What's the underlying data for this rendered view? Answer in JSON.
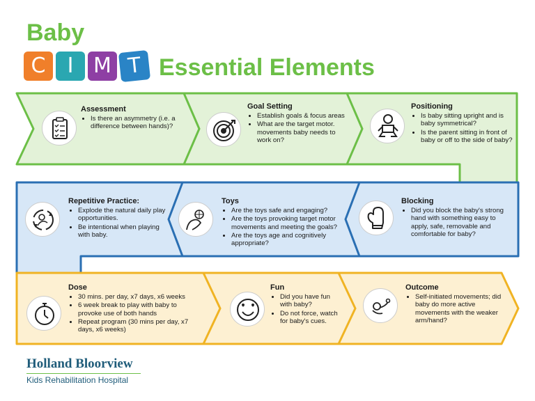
{
  "header": {
    "baby": "Baby",
    "cimt_letters": [
      "C",
      "I",
      "M",
      "T"
    ],
    "subtitle": "Essential Elements"
  },
  "colors": {
    "green": "#6cbf47",
    "blue": "#2a6fb3",
    "orange": "#f0b323",
    "tile_orange": "#f07f2a",
    "tile_teal": "#2aa7b1",
    "tile_purple": "#8e3fa4",
    "tile_blue": "#2a84c6"
  },
  "steps": [
    {
      "title": "Assessment",
      "icon": "clipboard-checklist-icon",
      "bullets": [
        "Is there an asymmetry (i.e. a difference between hands)?"
      ]
    },
    {
      "title": "Goal Setting",
      "icon": "target-icon",
      "bullets": [
        "Establish goals & focus areas",
        "What are the target motor. movements baby needs to work on?"
      ]
    },
    {
      "title": "Positioning",
      "icon": "baby-sitting-icon",
      "bullets": [
        "Is baby sitting upright and is baby symmetrical?",
        "Is the parent sitting in front of baby or off to the side of baby?"
      ]
    },
    {
      "title": "Blocking",
      "icon": "mitten-icon",
      "bullets": [
        "Did you block the baby's strong hand with something easy to apply, safe, removable and comfortable for baby?"
      ]
    },
    {
      "title": "Toys",
      "icon": "hand-with-toy-icon",
      "bullets": [
        "Are the toys safe and engaging?",
        "Are the toys provoking target motor movements and meeting the goals?",
        "Are the toys age and cognitively appropriate?"
      ]
    },
    {
      "title": "Repetitive Practice:",
      "icon": "repeat-practice-icon",
      "bullets": [
        "Explode the natural daily play opportunities.",
        "Be intentional when playing with baby."
      ]
    },
    {
      "title": "Dose",
      "icon": "stopwatch-icon",
      "bullets": [
        "30 mins. per day,  x7 days, x6 weeks",
        "6 week break to play with baby to provoke use of both hands",
        "Repeat program (30 mins per day, x7 days, x6 weeks)"
      ]
    },
    {
      "title": "Fun",
      "icon": "smiley-hearts-icon",
      "bullets": [
        "Did you have fun with baby?",
        "Do not force, watch for baby's cues."
      ]
    },
    {
      "title": "Outcome",
      "icon": "baby-reaching-icon",
      "bullets": [
        "Self-initiated movements; did baby do more active movements with the weaker arm/hand?"
      ]
    }
  ],
  "footer": {
    "logo_main": "Holland Bloorview",
    "logo_sub": "Kids Rehabilitation Hospital"
  }
}
